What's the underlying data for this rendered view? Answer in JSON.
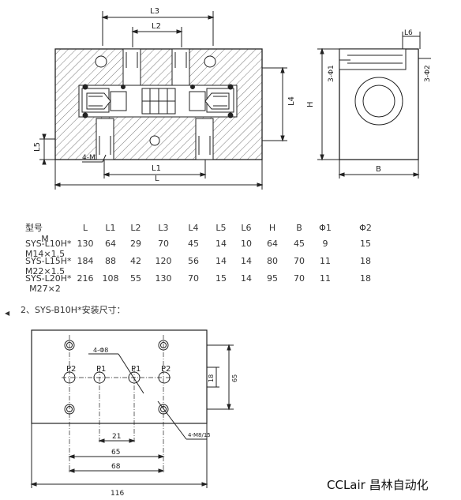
{
  "drawing_top": {
    "dims": {
      "L3": "L3",
      "L2": "L2",
      "L1": "L1",
      "L": "L",
      "L4": "L4",
      "L5": "L5",
      "L6": "L6",
      "H": "H",
      "B": "B",
      "hole_4M": "4-M",
      "phi1": "3-Φ1",
      "phi2": "3-Φ2"
    }
  },
  "table": {
    "headers": [
      "型号",
      "L",
      "L1",
      "L2",
      "L3",
      "L4",
      "L5",
      "L6",
      "H",
      "B",
      "Φ1",
      "Φ2",
      "M"
    ],
    "rows": [
      [
        "SYS-L10H*",
        "130",
        "64",
        "29",
        "70",
        "45",
        "14",
        "10",
        "64",
        "45",
        "9",
        "15",
        "M14×1.5"
      ],
      [
        "SYS-L15H*",
        "184",
        "88",
        "42",
        "120",
        "56",
        "14",
        "14",
        "80",
        "70",
        "11",
        "18",
        "M22×1.5"
      ],
      [
        "SYS-L20H*",
        "216",
        "108",
        "55",
        "130",
        "70",
        "15",
        "14",
        "95",
        "70",
        "11",
        "18",
        "M27×2"
      ]
    ]
  },
  "section2": {
    "arrow": "◀",
    "title": "2、SYS-B10H*安装尺寸："
  },
  "mount_drawing": {
    "ports": {
      "p2_left": "P2",
      "p1_left": "P1",
      "p1_right": "P1",
      "p2_right": "P2"
    },
    "hole_note": "4-Φ8",
    "thread_note": "4-M8/15",
    "dims": {
      "d21": "21",
      "d65": "65",
      "d68": "68",
      "d116": "116",
      "d18": "18",
      "d65v": "65"
    }
  },
  "brand": "CCLair 昌林自动化"
}
